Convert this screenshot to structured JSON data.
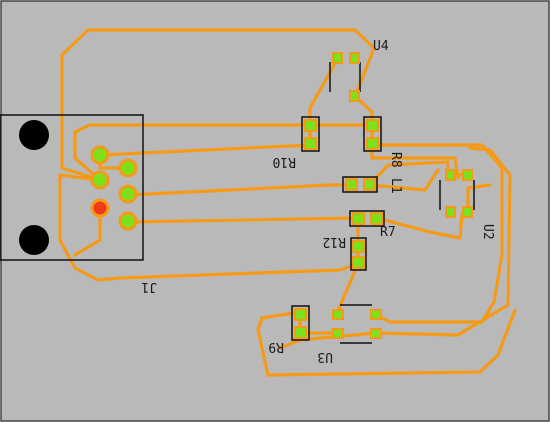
{
  "colors": {
    "board": "#b9b9b9",
    "trace": "#f59a17",
    "pad": "#7ee01a",
    "pad_hot": "#ef3b1a",
    "silkscreen": "#1a1a1a"
  },
  "components": {
    "U4": "U4",
    "R10": "R10",
    "R8": "R8",
    "R7": "R7",
    "R12": "R12",
    "J1": "J1",
    "U2": "U2",
    "U3": "U3",
    "R9": "R9",
    "L1": "L1"
  }
}
